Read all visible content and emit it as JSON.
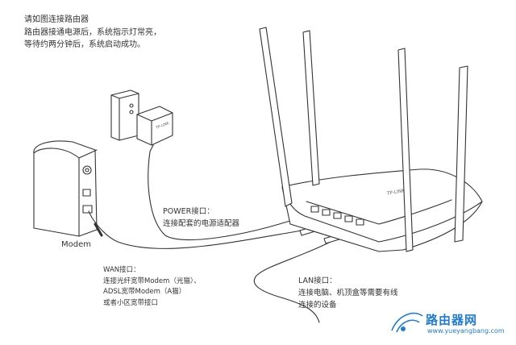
{
  "instructions": [
    "请如图连接路由器",
    "路由器接通电源后，系统指示灯常亮，",
    "等待约两分钟后，系统启动成功。"
  ],
  "modem_label": "Modem",
  "power_port": [
    "POWER接口：",
    "连接配套的电源适配器"
  ],
  "wan_port": [
    "WAN接口：",
    "连接光纤宽带Modem（光猫）、",
    "ADSL宽带Modem（A猫）",
    "或者小区宽带接口"
  ],
  "lan_port": [
    "LAN接口：",
    "连接电脑、机顶盒等需要有线",
    "连接的设备"
  ],
  "watermark": {
    "name": "路由器网",
    "url": "www.yueyangbang.com"
  },
  "colors": {
    "line": "#333333",
    "watermark": "#1f7bd6",
    "device_fill": "#ffffff"
  }
}
